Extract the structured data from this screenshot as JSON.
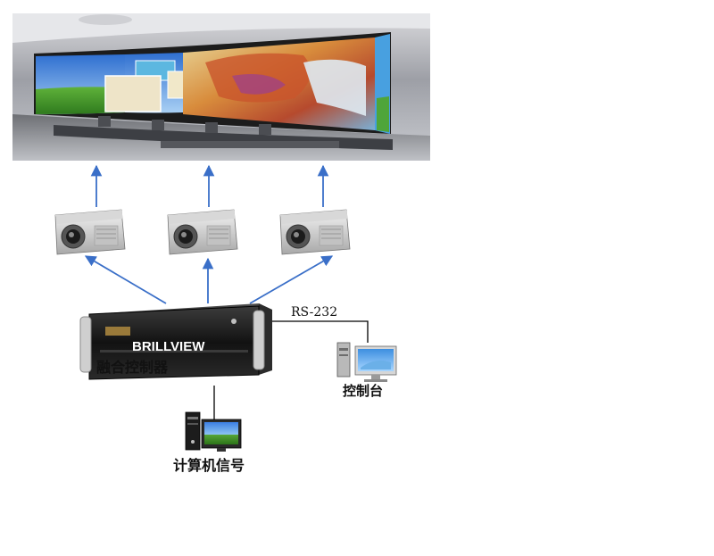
{
  "diagram": {
    "nodes": {
      "video_wall": {
        "kind": "curved-screen-wall",
        "content": "map-display"
      },
      "projectors": [
        {
          "kind": "projector"
        },
        {
          "kind": "projector"
        },
        {
          "kind": "projector"
        }
      ],
      "controller": {
        "label": "融合控制器",
        "brand": "BRILLVIEW"
      },
      "console": {
        "label": "控制台"
      },
      "signal_source": {
        "label": "计算机信号"
      }
    },
    "edges": [
      {
        "from": "controller",
        "to": "projector-1",
        "style": "arrow"
      },
      {
        "from": "controller",
        "to": "projector-2",
        "style": "arrow"
      },
      {
        "from": "controller",
        "to": "projector-3",
        "style": "arrow"
      },
      {
        "from": "projector-1",
        "to": "video_wall",
        "style": "arrow"
      },
      {
        "from": "projector-2",
        "to": "video_wall",
        "style": "arrow"
      },
      {
        "from": "projector-3",
        "to": "video_wall",
        "style": "arrow"
      },
      {
        "from": "controller",
        "to": "console",
        "style": "line",
        "label": "RS-232"
      },
      {
        "from": "signal_source",
        "to": "controller",
        "style": "line"
      }
    ],
    "colors": {
      "arrow": "#3a6fc8",
      "line": "#000000"
    }
  }
}
